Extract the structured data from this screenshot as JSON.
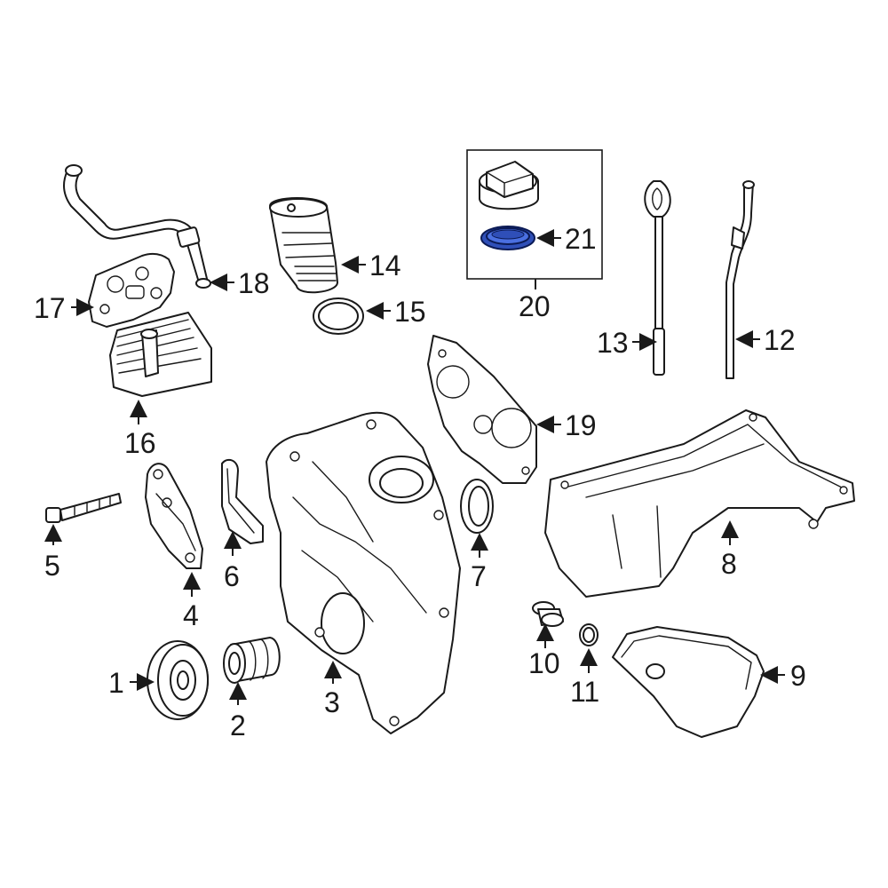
{
  "diagram": {
    "callouts": {
      "c1": "1",
      "c2": "2",
      "c3": "3",
      "c4": "4",
      "c5": "5",
      "c6": "6",
      "c7": "7",
      "c8": "8",
      "c9": "9",
      "c10": "10",
      "c11": "11",
      "c12": "12",
      "c13": "13",
      "c14": "14",
      "c15": "15",
      "c16": "16",
      "c17": "17",
      "c18": "18",
      "c19": "19",
      "c20": "20",
      "c21": "21"
    },
    "highlighted_part": "21",
    "colors": {
      "highlight": "#2f4fb8",
      "line": "#1a1a1a",
      "background": "#ffffff"
    }
  }
}
